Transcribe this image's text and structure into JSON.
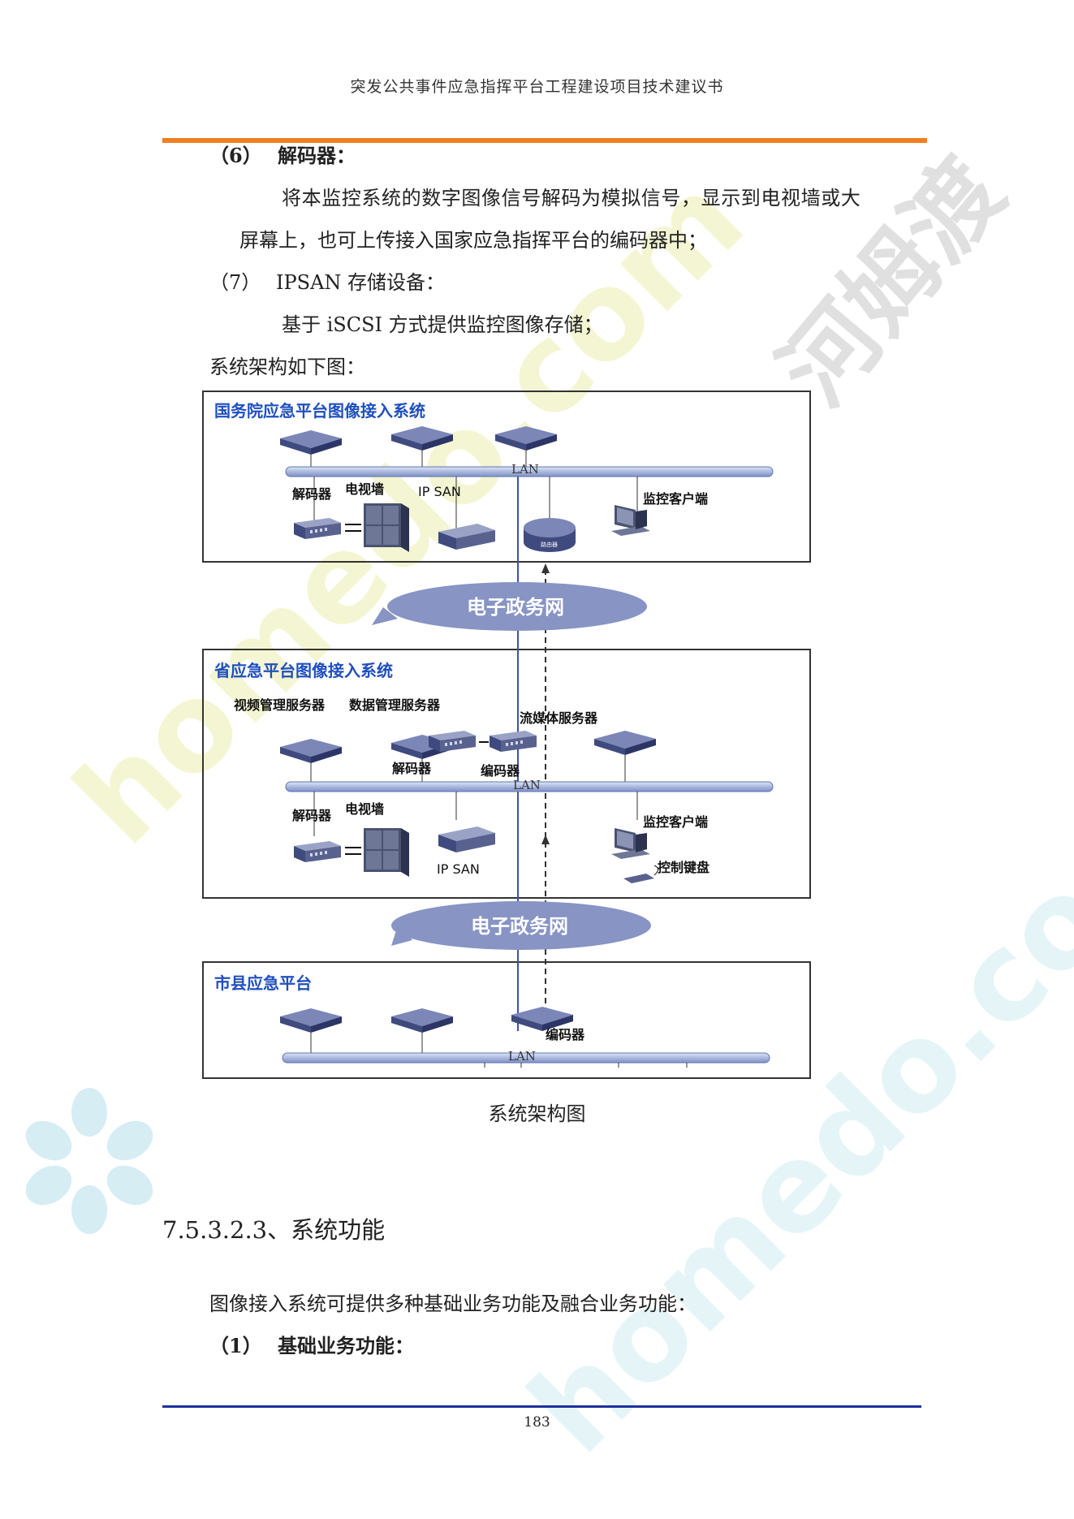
{
  "header": "突发公共事件应急指挥平台工程建设项目技术建议书",
  "item6": {
    "num": "（6）",
    "title": "解码器："
  },
  "item6_text": [
    "将本监控系统的数字图像信号解码为模拟信号，显示到电视墙或大",
    "屏幕上，也可上传接入国家应急指挥平台的编码器中；"
  ],
  "item7": {
    "num": "（7）",
    "title": "IPSAN 存储设备："
  },
  "item7_text": "基于 iSCSI 方式提供监控图像存储；",
  "arch_intro": "系统架构如下图：",
  "diagram": {
    "box1_title": "国务院应急平台图像接入系统",
    "box2_title": "省应急平台图像接入系统",
    "box3_title": "市县应急平台",
    "lan": "LAN",
    "decoder": "解码器",
    "tvwall": "电视墙",
    "ipsan": "IP SAN",
    "monitor_client": "监控客户端",
    "egov_net": "电子政务网",
    "video_mgmt_server": "视频管理服务器",
    "data_mgmt_server": "数据管理服务器",
    "stream_server": "流媒体服务器",
    "encoder": "编码器",
    "keyboard": "控制键盘",
    "router_label": "路由器"
  },
  "caption": "系统架构图",
  "section_heading": "7.5.3.2.3、系统功能",
  "section_text": "图像接入系统可提供多种基础业务功能及融合业务功能：",
  "item1": {
    "num": "（1）",
    "title": "基础业务功能："
  },
  "page_number": "183",
  "watermark": {
    "brand": "河姆渡",
    "url": "homedo.com"
  }
}
